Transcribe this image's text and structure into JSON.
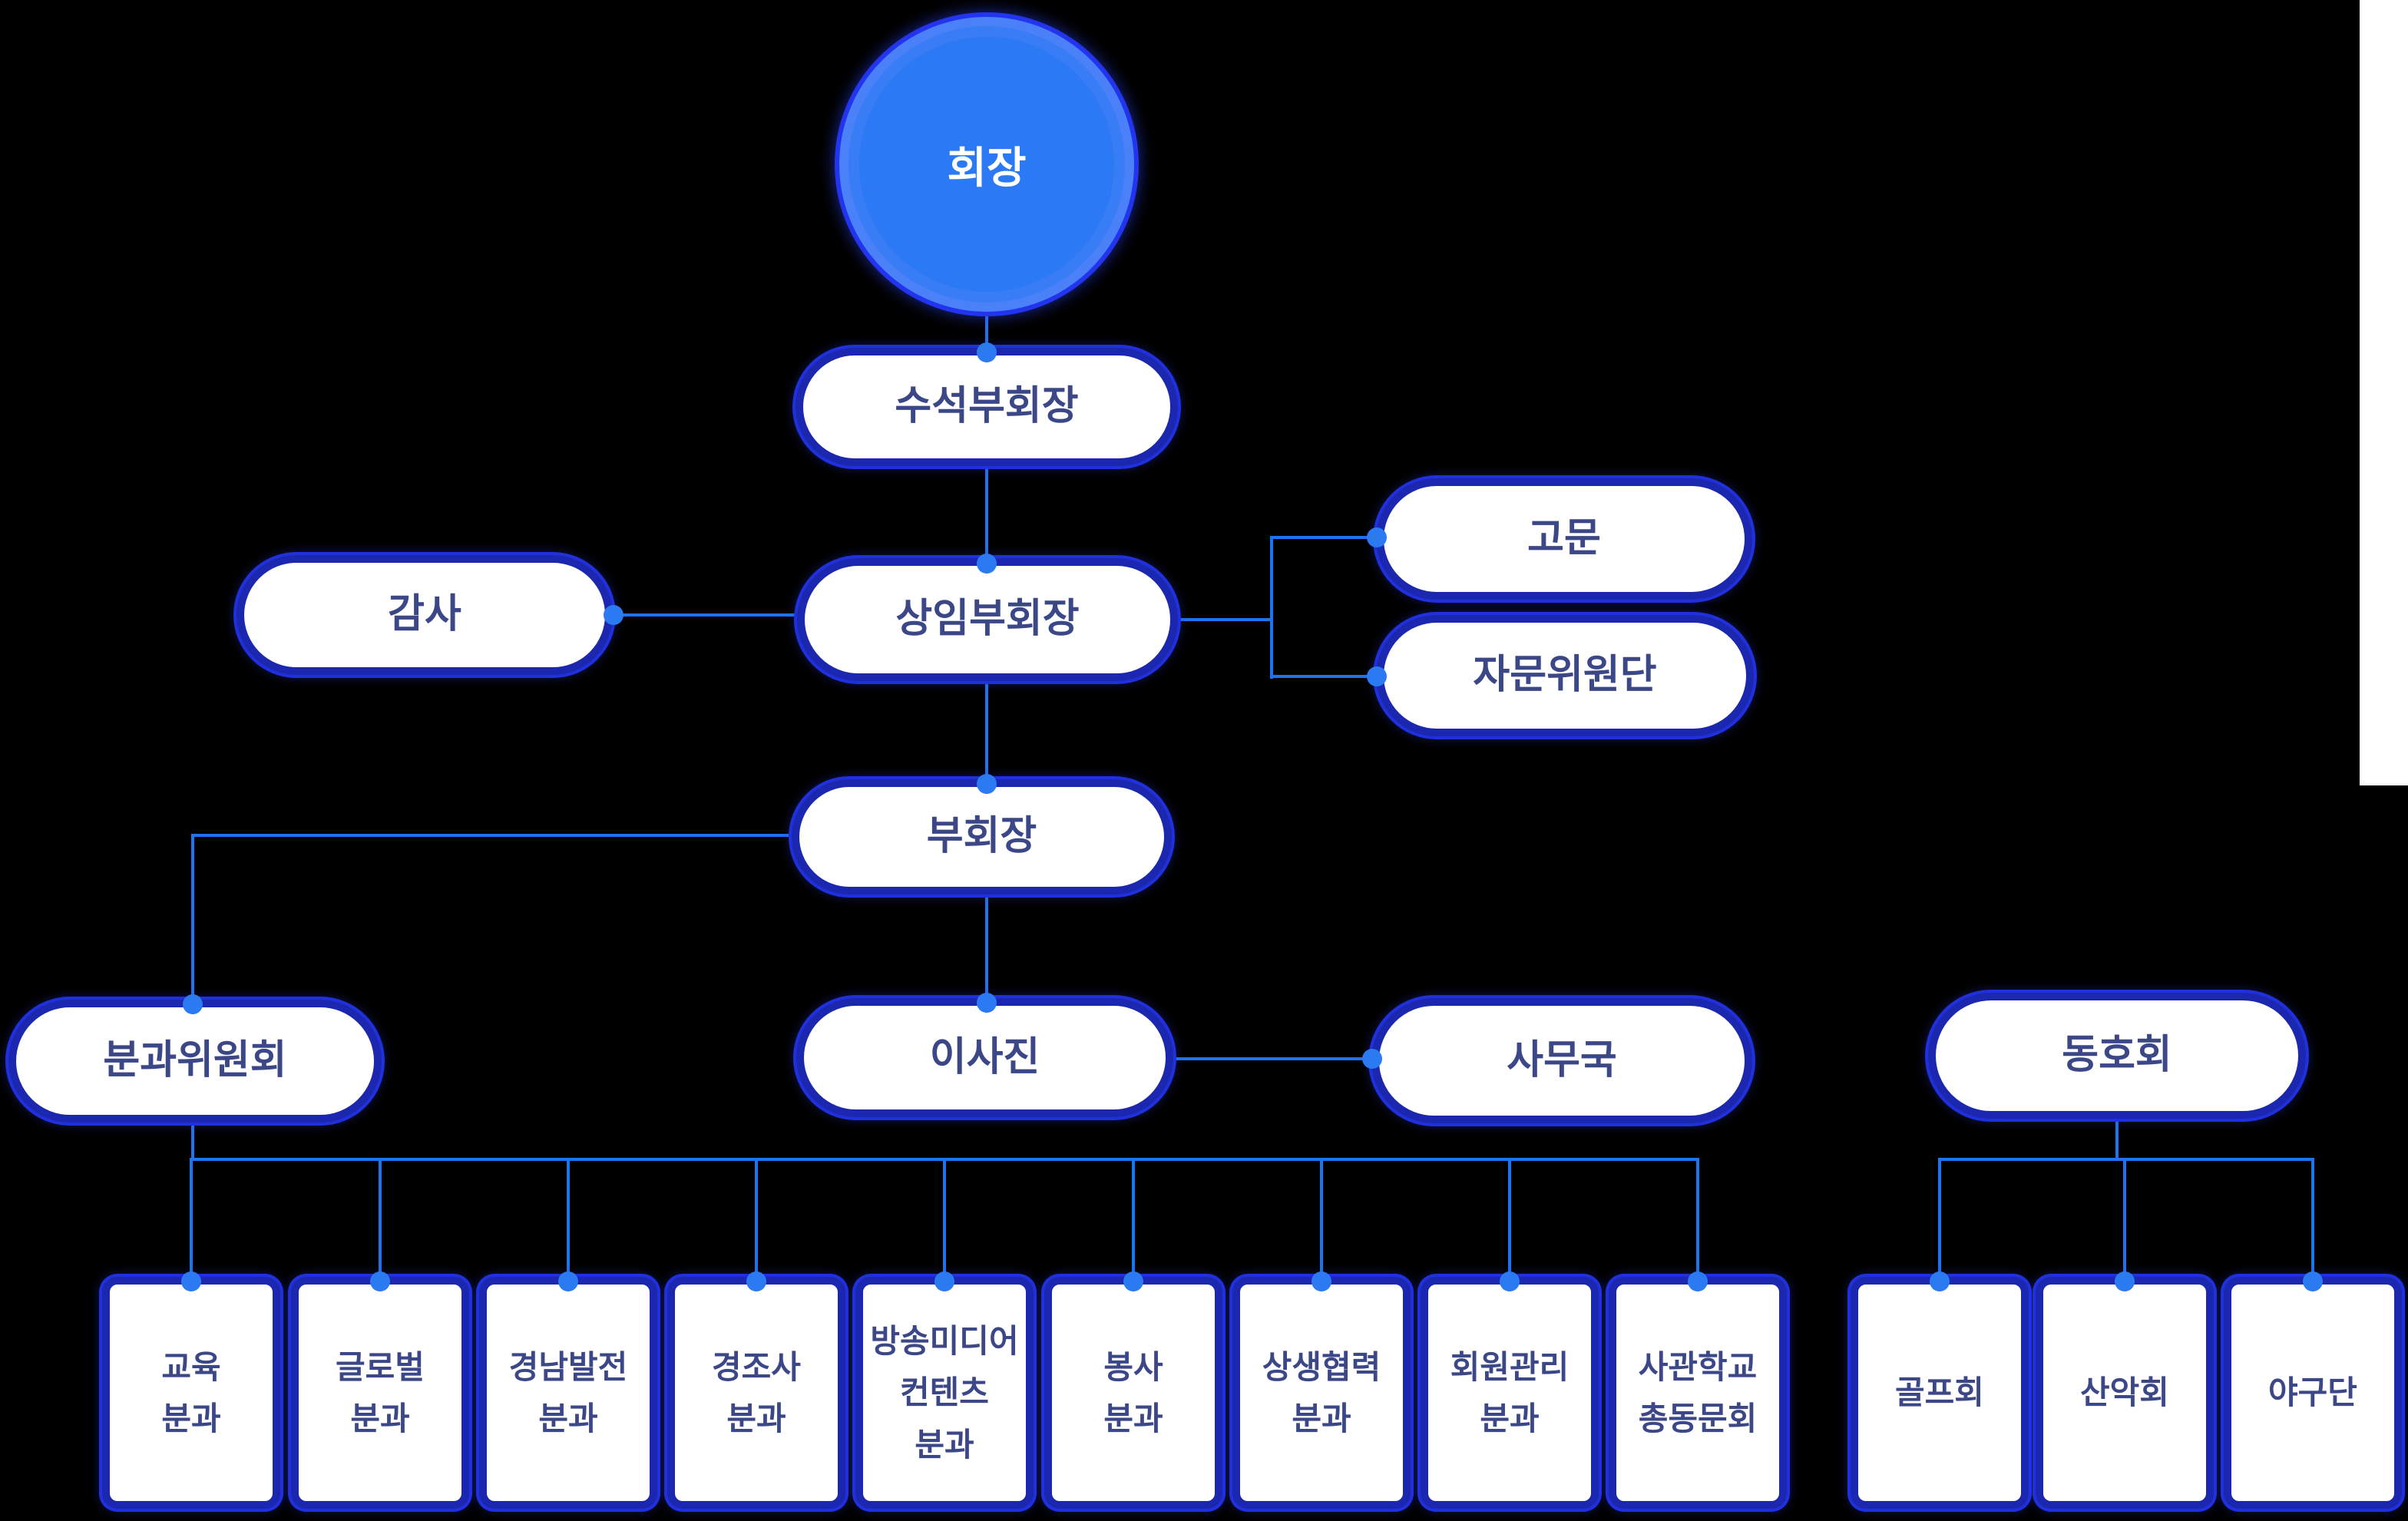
{
  "colors": {
    "background": "#000000",
    "node_fill": "#ffffff",
    "node_border": "#1b27ae",
    "node_outer_ring": "#2130dd",
    "node_text": "#3c4787",
    "chairman_fill": "#2b79f5",
    "chairman_text": "#ffffff",
    "connector": "#1e74ee",
    "connector_dot": "#2b7af2",
    "edge_strip": "#ffffff"
  },
  "org": {
    "chairman": {
      "label": "회장"
    },
    "senior_vice_chairman": {
      "label": "수석부회장"
    },
    "auditor": {
      "label": "감사"
    },
    "executive_vice_chairman": {
      "label": "상임부회장"
    },
    "advisor": {
      "label": "고문"
    },
    "advisory_committee": {
      "label": "자문위원단"
    },
    "vice_chairman": {
      "label": "부회장"
    },
    "subcommittee": {
      "label": "분과위원회"
    },
    "board": {
      "label": "이사진"
    },
    "secretariat": {
      "label": "사무국"
    },
    "clubs_group": {
      "label": "동호회"
    },
    "divisions": [
      {
        "label": "교육\n분과"
      },
      {
        "label": "글로벌\n분과"
      },
      {
        "label": "경남발전\n분과"
      },
      {
        "label": "경조사\n분과"
      },
      {
        "label": "방송미디어\n컨텐츠\n분과"
      },
      {
        "label": "봉사\n분과"
      },
      {
        "label": "상생협력\n분과"
      },
      {
        "label": "회원관리\n분과"
      },
      {
        "label": "사관학교\n총동문회"
      }
    ],
    "clubs": [
      {
        "label": "골프회"
      },
      {
        "label": "산악회"
      },
      {
        "label": "야구단"
      }
    ]
  }
}
